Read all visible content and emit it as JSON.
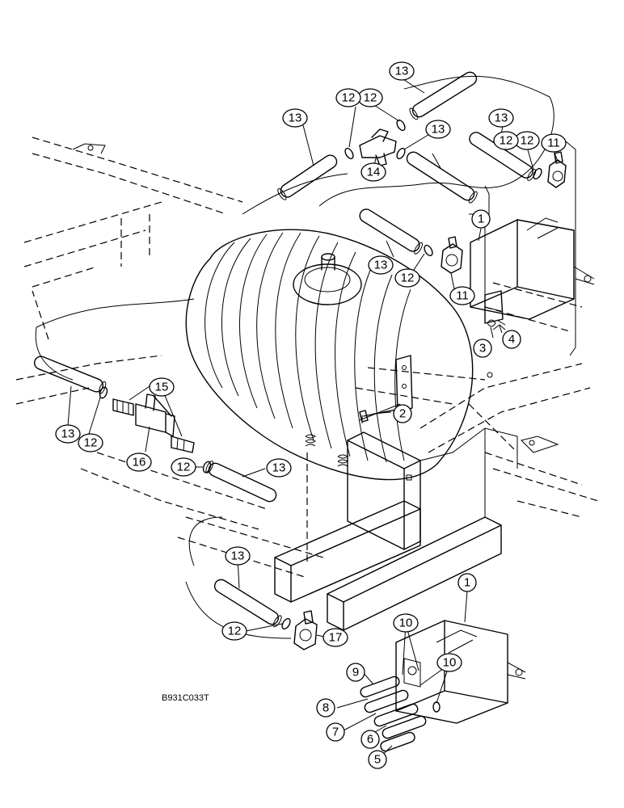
{
  "figure_code": "B931C033T",
  "callouts": [
    {
      "label": "13"
    },
    {
      "label": "12"
    },
    {
      "label": "12"
    },
    {
      "label": "13"
    },
    {
      "label": "14"
    },
    {
      "label": "13"
    },
    {
      "label": "13"
    },
    {
      "label": "12"
    },
    {
      "label": "11"
    },
    {
      "label": "1"
    },
    {
      "label": "13"
    },
    {
      "label": "12"
    },
    {
      "label": "11"
    },
    {
      "label": "3"
    },
    {
      "label": "4"
    },
    {
      "label": "2"
    },
    {
      "label": "15"
    },
    {
      "label": "13"
    },
    {
      "label": "12"
    },
    {
      "label": "16"
    },
    {
      "label": "12"
    },
    {
      "label": "13"
    },
    {
      "label": "13"
    },
    {
      "label": "12"
    },
    {
      "label": "17"
    },
    {
      "label": "1"
    },
    {
      "label": "10"
    },
    {
      "label": "10"
    },
    {
      "label": "9"
    },
    {
      "label": "8"
    },
    {
      "label": "7"
    },
    {
      "label": "6"
    },
    {
      "label": "5"
    },
    {
      "label": "12"
    }
  ]
}
